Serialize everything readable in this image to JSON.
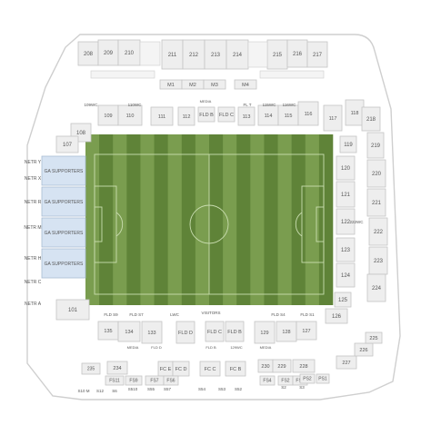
{
  "colors": {
    "pitch_light": "#7a9d4f",
    "pitch_dark": "#5f8338",
    "section_fill": "#eeeeee",
    "section_stroke": "#c4c4c4",
    "supporters_fill": "#d6e3f2",
    "outline": "#cfcfcf"
  },
  "pitch": {
    "stripe_count": 18
  },
  "sections": {
    "upper_north": [
      "208",
      "209",
      "210",
      "211",
      "212",
      "213",
      "214",
      "215",
      "216",
      "217"
    ],
    "upper_north_sub": [
      "M1",
      "M2",
      "M3",
      "M4"
    ],
    "lower_north": [
      "109",
      "110",
      "111",
      "112",
      "FLD B",
      "FLD C",
      "113",
      "114",
      "115",
      "116",
      "117",
      "118"
    ],
    "north_labels": [
      "109WC",
      "110WC",
      "115WC",
      "116WC",
      "MEDIA",
      "FL T"
    ],
    "west_upper": [
      "108",
      "107"
    ],
    "east": [
      "119",
      "120",
      "121",
      "122",
      "123",
      "124",
      "125",
      "126",
      "218",
      "219",
      "220",
      "221",
      "222",
      "223",
      "224"
    ],
    "east_labels": [
      "222WC"
    ],
    "supporters": [
      "GA SUPPORTERS",
      "GA SUPPORTERS",
      "GA SUPPORTERS",
      "GA SUPPORTERS"
    ],
    "net_rows": [
      "NETR Y",
      "NETR X",
      "NETR R",
      "NETR M",
      "NETR H",
      "NETR C",
      "NETR A"
    ],
    "southwest": [
      "101"
    ],
    "south_fld": [
      "FLD S9",
      "FLD S7",
      "LWC",
      "VISITORS",
      "FLD S4",
      "FLD S1"
    ],
    "lower_south": [
      "135",
      "134",
      "133",
      "FLD D",
      "FLD C",
      "FLD B",
      "129",
      "128",
      "127"
    ],
    "south_small": [
      "MEDIA",
      "FLD D",
      "FLD B",
      "129WC",
      "MEDIA"
    ],
    "south_box": [
      "234",
      "FC E",
      "FC D",
      "FC C",
      "FC B",
      "230",
      "229",
      "228",
      "227",
      "226",
      "225"
    ],
    "south_bottom": [
      "235",
      "FS11",
      "FS9",
      "FS7",
      "FS6",
      "FS4",
      "FS2",
      "FS1",
      "PS2",
      "PS1"
    ],
    "south_edge": [
      "S10 M",
      "S12",
      "S6",
      "S510",
      "S55",
      "S57",
      "S54",
      "S53",
      "S52",
      "S2",
      "S3"
    ]
  }
}
